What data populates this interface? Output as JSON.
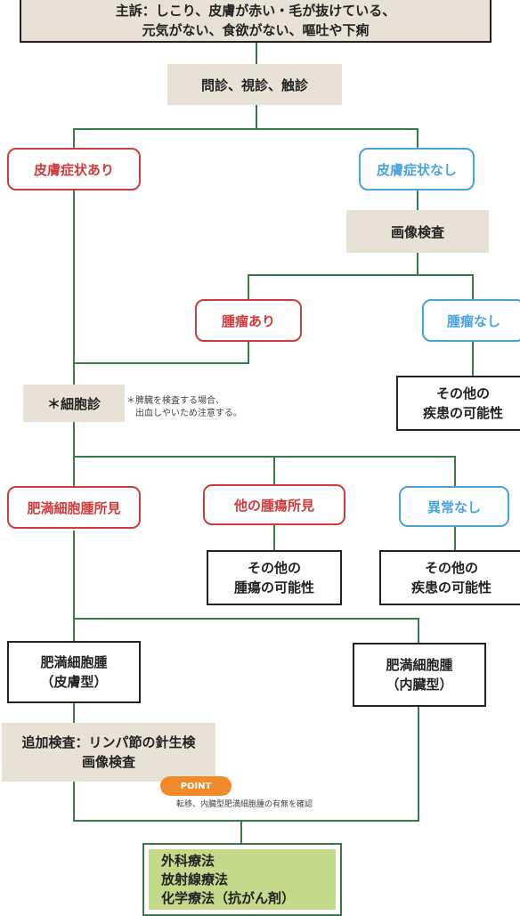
{
  "chief_complaint": {
    "line1": "主訴：しこり、皮膚が赤い・毛が抜けている、",
    "line2": "元気がない、食欲がない、嘔吐や下痢"
  },
  "exam": "問診、視診、触診",
  "skin_yes": "皮膚症状あり",
  "skin_no": "皮膚症状なし",
  "imaging": "画像検査",
  "tumor_yes": "腫瘤あり",
  "tumor_no": "腫瘤なし",
  "other_disease_1": {
    "line1": "その他の",
    "line2": "疾患の可能性"
  },
  "cytology": "＊細胞診",
  "cytology_note": {
    "line1": "＊脾臓を検査する場合、",
    "line2": "出血しやいため注意する。"
  },
  "mast_finding": "肥満細胞腫所見",
  "other_tumor_finding": "他の腫瘍所見",
  "no_abnormal": "異常なし",
  "other_tumor_possible": {
    "line1": "その他の",
    "line2": "腫瘍の可能性"
  },
  "other_disease_2": {
    "line1": "その他の",
    "line2": "疾患の可能性"
  },
  "mct_cutaneous": {
    "line1": "肥満細胞腫",
    "line2": "（皮膚型）"
  },
  "mct_visceral": {
    "line1": "肥満細胞腫",
    "line2": "（内臓型）"
  },
  "additional_tests": {
    "line1": "追加検査：リンパ節の針生検",
    "line2": "画像検査"
  },
  "point_label": "POINT",
  "point_note": "転移、内臓型肥満細胞腫の有無を確認",
  "treatment": {
    "line1": "外科療法",
    "line2": "放射線療法",
    "line3": "化学療法（抗がん剤）"
  },
  "colors": {
    "line": "#3a7a4a",
    "red": "#d03c3c",
    "blue": "#4ba3dc",
    "beige": "#e8e2d6",
    "treatment": "#c5d98a",
    "point": "#f08a2a"
  }
}
